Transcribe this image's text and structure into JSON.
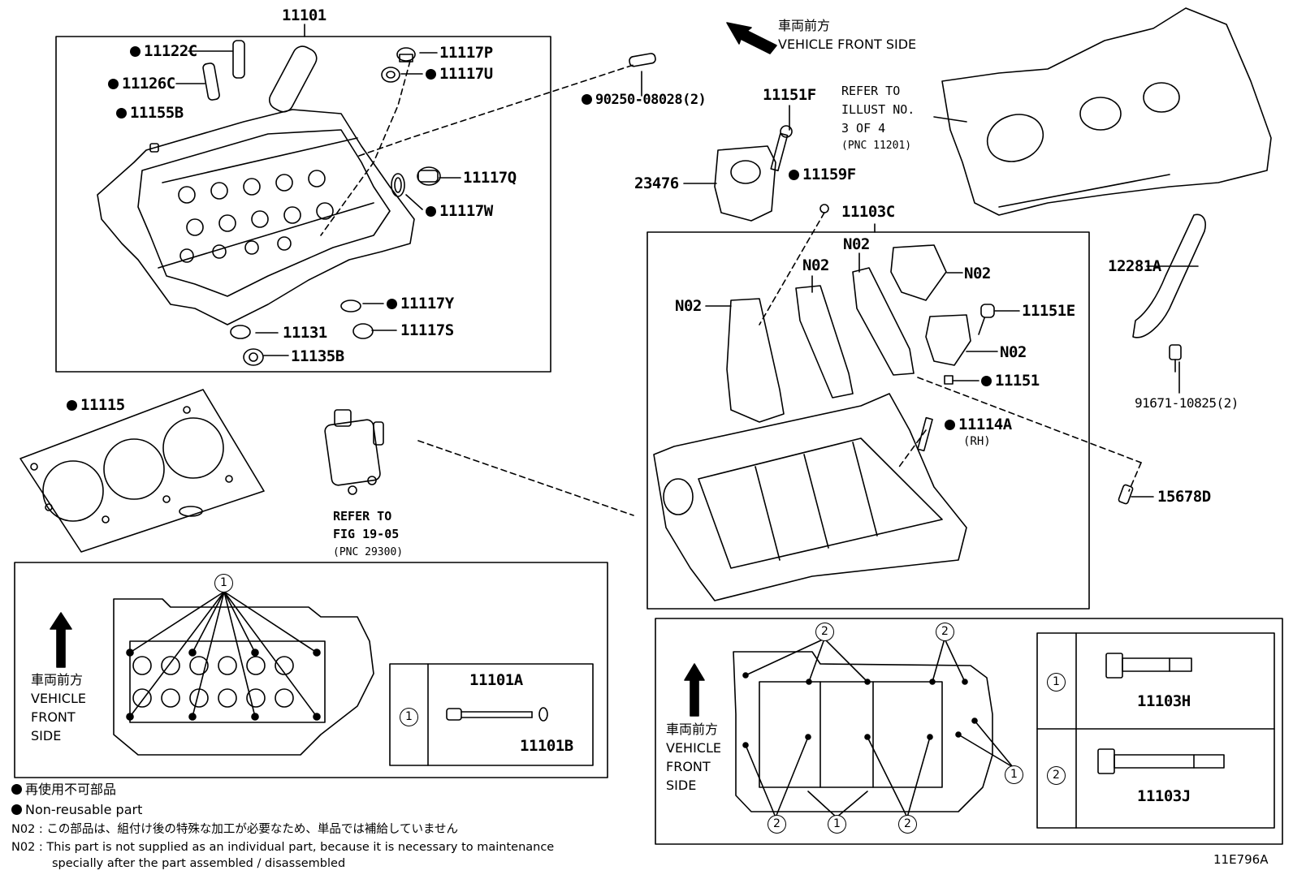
{
  "diagram_id": "11E796A",
  "front_side": {
    "jp": "車両前方",
    "en": "VEHICLE FRONT SIDE"
  },
  "refs": {
    "head_cover": {
      "line1": "REFER TO",
      "line2": "ILLUST NO.",
      "line3": "3 OF 4",
      "line4": "(PNC 11201)"
    },
    "pump": {
      "line1": "REFER TO",
      "line2": "FIG 19-05",
      "line3": "(PNC 29300)"
    }
  },
  "parts": {
    "p11101": "11101",
    "p11122C": "11122C",
    "p11126C": "11126C",
    "p11155B": "11155B",
    "p11117P": "11117P",
    "p11117U": "11117U",
    "p11117Q": "11117Q",
    "p11117W": "11117W",
    "p11117Y": "11117Y",
    "p11131": "11131",
    "p11117S": "11117S",
    "p11135B": "11135B",
    "p90250": "90250-08028(2)",
    "p11115": "11115",
    "p11151F": "11151F",
    "p23476": "23476",
    "p11159F": "11159F",
    "p11103C": "11103C",
    "n02": "N02",
    "p11151E": "11151E",
    "p11151": "11151",
    "p11114A": "11114A",
    "rh": "(RH)",
    "p12281A": "12281A",
    "p91671": "91671-10825(2)",
    "p15678D": "15678D",
    "p11101A": "11101A",
    "p11101B": "11101B",
    "p11103H": "11103H",
    "p11103J": "11103J"
  },
  "callouts": {
    "one": "1",
    "two": "2"
  },
  "side_label": {
    "jp": "車両前方",
    "en1": "VEHICLE",
    "en2": "FRONT",
    "en3": "SIDE"
  },
  "legend": {
    "nonreusable_jp": "再使用不可部品",
    "nonreusable_en": "Non-reusable part",
    "n02_jp": "N02 : この部品は、組付け後の特殊な加工が必要なため、単品では補給していません",
    "n02_en1": "N02 : This part is not supplied as an individual part, because it is necessary to maintenance",
    "n02_en2": "specially after the part assembled / disassembled"
  }
}
